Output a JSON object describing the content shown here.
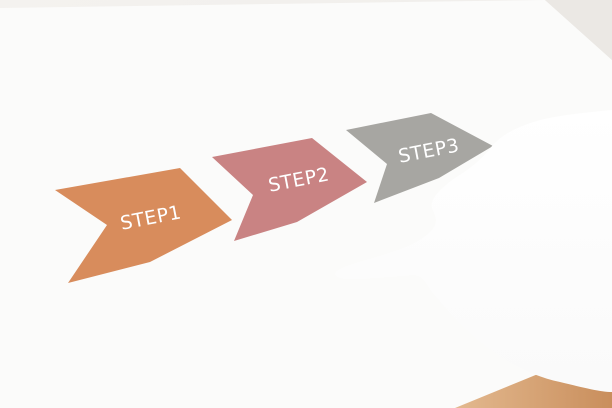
{
  "steps": [
    {
      "label": "STEP1",
      "color": "#d88c5c"
    },
    {
      "label": "STEP2",
      "color": "#c98383"
    },
    {
      "label": "STEP3",
      "color": "#a7a6a2"
    }
  ],
  "paper_color": "#fbfbfa",
  "background_color": "#f1efec",
  "table_color": "#d6a070"
}
